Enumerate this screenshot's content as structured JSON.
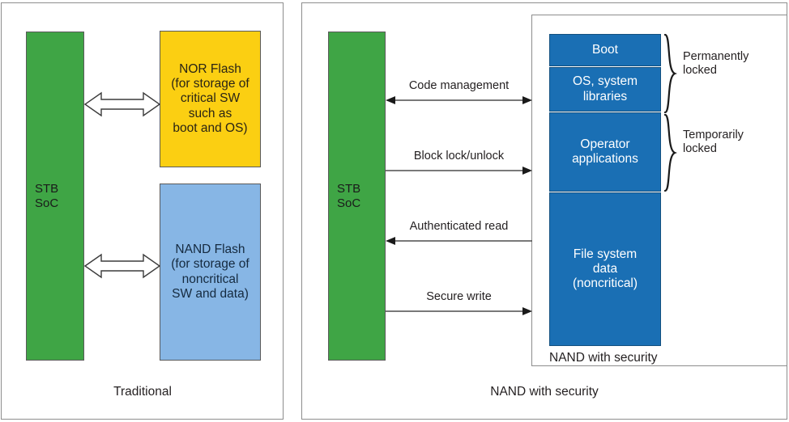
{
  "figure": {
    "type": "block-diagram",
    "title": "",
    "panels": [
      {
        "id": "traditional",
        "caption": "Traditional",
        "blocks": [
          {
            "name": "stb-soc",
            "label": "STB\nSoC",
            "color": "#3fa545"
          },
          {
            "name": "nor-flash",
            "label": "NOR Flash\n(for storage of\ncritical SW\nsuch as\nboot and OS)",
            "color": "#fbcf12"
          },
          {
            "name": "nand-flash",
            "label": "NAND Flash\n(for storage of\nnoncritical\nSW and data)",
            "color": "#87b6e5"
          }
        ],
        "connectors": [
          {
            "name": "soc-to-nor",
            "label": "",
            "direction": "both",
            "style": "hollow"
          },
          {
            "name": "soc-to-nand",
            "label": "",
            "direction": "both",
            "style": "hollow"
          }
        ]
      },
      {
        "id": "nand-with-security",
        "caption": "NAND with security",
        "blocks": [
          {
            "name": "stb-soc",
            "label": "STB\nSoC",
            "color": "#3fa545"
          },
          {
            "name": "boot",
            "label": "Boot",
            "color": "#1a6fb4"
          },
          {
            "name": "os-system-libraries",
            "label": "OS, system\nlibraries",
            "color": "#1a6fb4"
          },
          {
            "name": "operator-applications",
            "label": "Operator\napplications",
            "color": "#1a6fb4"
          },
          {
            "name": "file-system-data",
            "label": "File system\ndata\n(noncritical)",
            "color": "#1a6fb4"
          }
        ],
        "container_label": "NAND with security",
        "connectors": [
          {
            "name": "code-management",
            "label": "Code management",
            "direction": "both",
            "style": "line"
          },
          {
            "name": "block-lock-unlock",
            "label": "Block lock/unlock",
            "direction": "right",
            "style": "line"
          },
          {
            "name": "authenticated-read",
            "label": "Authenticated read",
            "direction": "left",
            "style": "line"
          },
          {
            "name": "secure-write",
            "label": "Secure write",
            "direction": "right",
            "style": "line"
          }
        ],
        "annotations": [
          {
            "name": "permanently-locked",
            "label": "Permanently\nlocked",
            "covers": [
              "boot",
              "os-system-libraries"
            ]
          },
          {
            "name": "temporarily-locked",
            "label": "Temporarily\nlocked",
            "covers": [
              "operator-applications"
            ]
          }
        ]
      }
    ],
    "colors": {
      "green": "#3fa545",
      "yellow": "#fbcf12",
      "light_blue": "#87b6e5",
      "blue": "#1a6fb4",
      "border": "#8d8d8d",
      "text": "#231f20"
    }
  }
}
